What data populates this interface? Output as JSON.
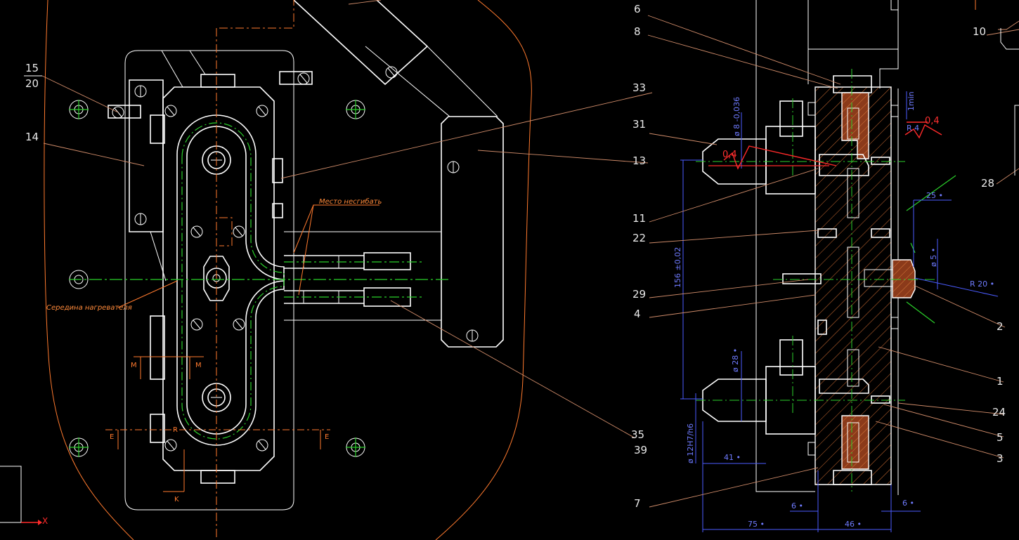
{
  "drawing": {
    "labels_left": {
      "l15": "15",
      "l20": "20",
      "l14": "14",
      "note_heater": "Середина нагревателя",
      "note_nobend": "Место несгибать",
      "m1": "M",
      "m2": "M",
      "e1": "E",
      "e2": "E",
      "k": "K",
      "r": "R",
      "axis_x": "X"
    },
    "labels_right": {
      "l6": "6",
      "l8": "8",
      "l31": "31",
      "l33": "33",
      "l13": "13",
      "l11": "11",
      "l22": "22",
      "l29": "29",
      "l4": "4",
      "l35": "35",
      "l39": "39",
      "l7": "7",
      "l10": "10",
      "l28": "28",
      "l2": "2",
      "l1": "1",
      "l24": "24",
      "l5": "5",
      "l3": "3"
    },
    "dimensions": {
      "d8": "ø 8 -0,036",
      "d156": "156 ±0,02",
      "d28": "ø 28 •",
      "d12": "ø 12H7/h6",
      "d41": "41 •",
      "d75": "75 •",
      "d46": "46 •",
      "d6a": "6 •",
      "d6b": "6 •",
      "d25": "25 •",
      "d5": "ø 5 •",
      "r20": "R 20 •",
      "r4": "R 4",
      "rough1": "0,4",
      "rough2": "0,4",
      "min": "1min"
    }
  }
}
